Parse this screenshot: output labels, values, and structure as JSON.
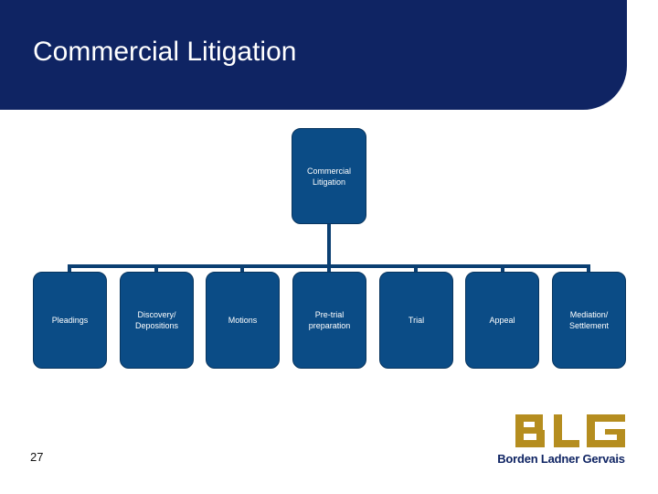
{
  "slide": {
    "title": "Commercial Litigation",
    "page_number": "27"
  },
  "diagram": {
    "root": "Commercial\nLitigation",
    "children": [
      "Pleadings",
      "Discovery/\nDepositions",
      "Motions",
      "Pre-trial\npreparation",
      "Trial",
      "Appeal",
      "Mediation/\nSettlement"
    ]
  },
  "logo": {
    "mark": "BLG",
    "text": "Borden Ladner Gervais"
  },
  "colors": {
    "header": "#0f2463",
    "box": "#0b4c86",
    "connector": "#0b3f72",
    "logo_gold": "#b58d1f",
    "logo_text": "#0f2463"
  }
}
